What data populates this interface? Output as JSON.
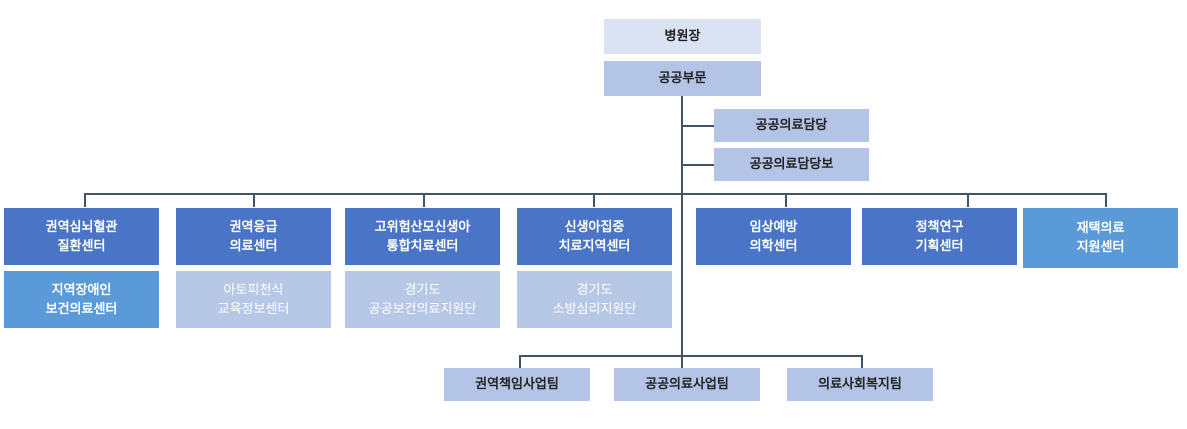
{
  "top": {
    "director": "병원장",
    "public_division": "공공부문",
    "staff": [
      "공공의료담당",
      "공공의료담당보"
    ]
  },
  "centers": [
    {
      "label": "권역심뇌혈관\n질환센터",
      "sub": "지역장애인\n보건의료센터"
    },
    {
      "label": "권역응급\n의료센터",
      "sub": "아토피천식\n교육정보센터"
    },
    {
      "label": "고위험산모신생아\n통합치료센터",
      "sub": "경기도\n공공보건의료지원단"
    },
    {
      "label": "신생아집중\n치료지역센터",
      "sub": "경기도\n소방심리지원단"
    },
    {
      "label": "임상예방\n의학센터"
    },
    {
      "label": "정책연구\n기획센터"
    },
    {
      "label": "재택의료\n지원센터"
    }
  ],
  "teams": [
    "권역책임사업팀",
    "공공의료사업팀",
    "의료사회복지팀"
  ]
}
